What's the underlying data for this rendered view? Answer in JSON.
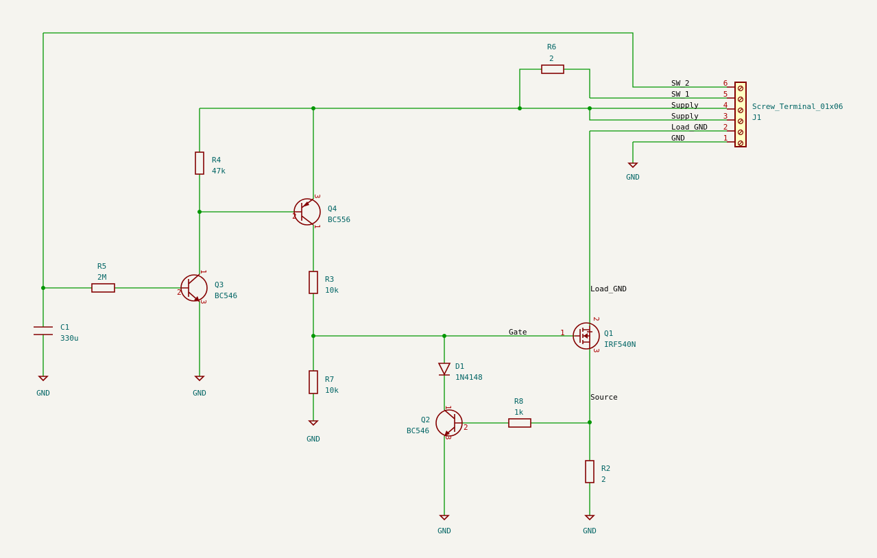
{
  "colors": {
    "background": "#f5f4ef",
    "wire": "#009600",
    "component": "#840000",
    "reference": "#006464",
    "pin_number": "#a90000"
  },
  "components": {
    "R6": {
      "ref": "R6",
      "value": "2"
    },
    "R4": {
      "ref": "R4",
      "value": "47k"
    },
    "R5": {
      "ref": "R5",
      "value": "2M"
    },
    "R3": {
      "ref": "R3",
      "value": "10k"
    },
    "R7": {
      "ref": "R7",
      "value": "10k"
    },
    "R8": {
      "ref": "R8",
      "value": "1k"
    },
    "R2": {
      "ref": "R2",
      "value": "2"
    },
    "C1": {
      "ref": "C1",
      "value": "330u"
    },
    "Q1": {
      "ref": "Q1",
      "value": "IRF540N",
      "pins": [
        "1",
        "2",
        "3"
      ]
    },
    "Q2": {
      "ref": "Q2",
      "value": "BC546",
      "pins": [
        "1",
        "2",
        "3"
      ]
    },
    "Q3": {
      "ref": "Q3",
      "value": "BC546",
      "pins": [
        "1",
        "2",
        "3"
      ]
    },
    "Q4": {
      "ref": "Q4",
      "value": "BC556",
      "pins": [
        "1",
        "2",
        "3"
      ]
    },
    "D1": {
      "ref": "D1",
      "value": "1N4148"
    },
    "J1": {
      "ref": "J1",
      "value": "Screw_Terminal_01x06"
    }
  },
  "connector_pins": [
    {
      "num": "6",
      "net": "SW_2"
    },
    {
      "num": "5",
      "net": "SW_1"
    },
    {
      "num": "4",
      "net": "Supply"
    },
    {
      "num": "3",
      "net": "Supply"
    },
    {
      "num": "2",
      "net": "Load_GND"
    },
    {
      "num": "1",
      "net": "GND"
    }
  ],
  "net_labels": {
    "load_gnd": "Load_GND",
    "gate": "Gate",
    "source": "Source"
  },
  "power": {
    "gnd": "GND"
  }
}
